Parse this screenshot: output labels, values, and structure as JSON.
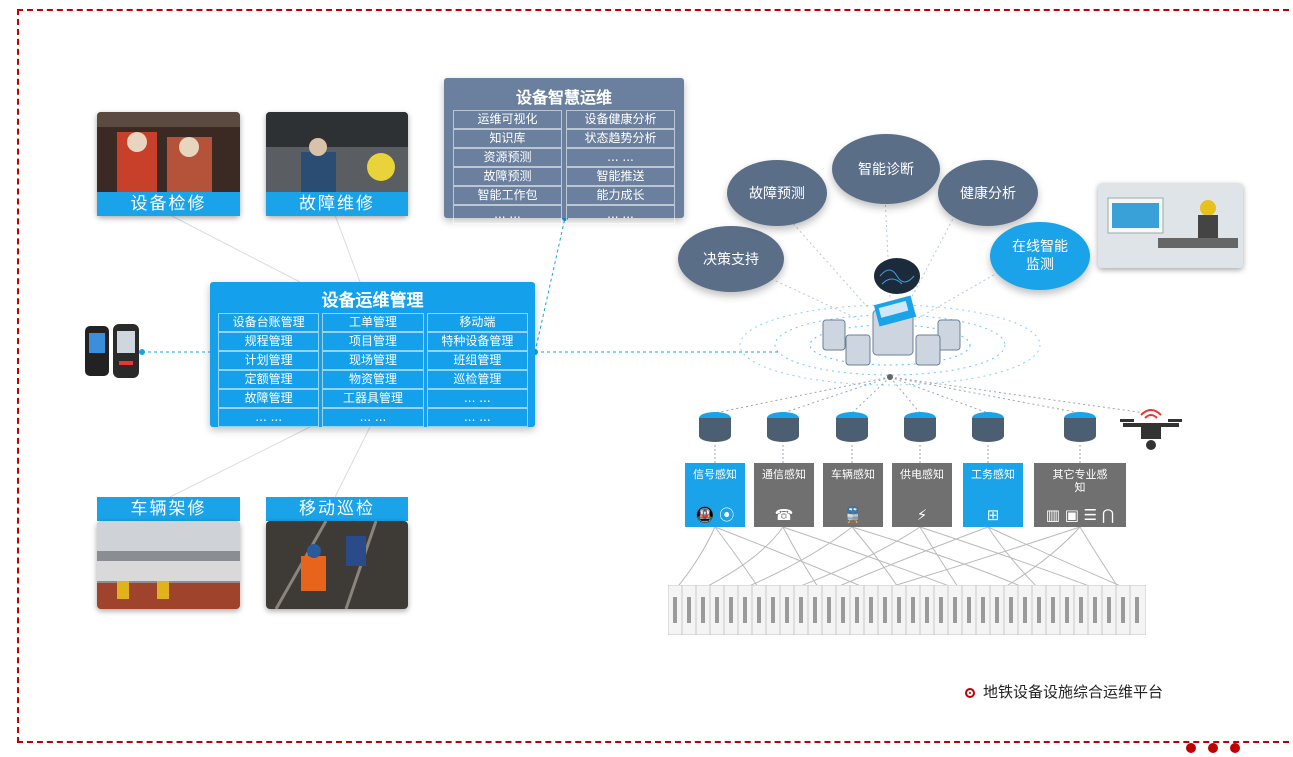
{
  "photos": {
    "maintenance": "设备检修",
    "fault_repair": "故障维修",
    "vehicle_overhaul": "车辆架修",
    "mobile_patrol": "移动巡检"
  },
  "equipment_management": {
    "title": "设备运维管理",
    "items": [
      "设备台账管理",
      "工单管理",
      "移动端",
      "规程管理",
      "项目管理",
      "特种设备管理",
      "计划管理",
      "现场管理",
      "班组管理",
      "定额管理",
      "物资管理",
      "巡检管理",
      "故障管理",
      "工器具管理",
      "... ...",
      "... ...",
      "... ...",
      "... ..."
    ]
  },
  "smart_ops": {
    "title": "设备智慧运维",
    "items": [
      "运维可视化",
      "设备健康分析",
      "知识库",
      "状态趋势分析",
      "资源预测",
      "... ...",
      "故障预测",
      "智能推送",
      "智能工作包",
      "能力成长",
      "... ...",
      "... ..."
    ]
  },
  "bubbles": {
    "decision": "决策支持",
    "fault_predict": "故障预测",
    "smart_diag": "智能诊断",
    "health": "健康分析",
    "online_monitor": "在线智能监测"
  },
  "sensors": [
    {
      "label": "信号感知",
      "color": "#1aa3e8",
      "icon": "train-signal-icon",
      "glyph": "🚇 ⦿"
    },
    {
      "label": "通信感知",
      "color": "#707070",
      "icon": "comm-icon",
      "glyph": "☎"
    },
    {
      "label": "车辆感知",
      "color": "#707070",
      "icon": "vehicle-icon",
      "glyph": "🚆"
    },
    {
      "label": "供电感知",
      "color": "#707070",
      "icon": "power-icon",
      "glyph": "⚡"
    },
    {
      "label": "工务感知",
      "color": "#1aa3e8",
      "icon": "track-icon",
      "glyph": "⊞"
    },
    {
      "label": "其它专业感知",
      "color": "#707070",
      "icon": "misc-icon",
      "glyph": "▥ ▣ ☰ ⋂"
    }
  ],
  "footer": {
    "caption": "地铁设备设施综合运维平台"
  }
}
